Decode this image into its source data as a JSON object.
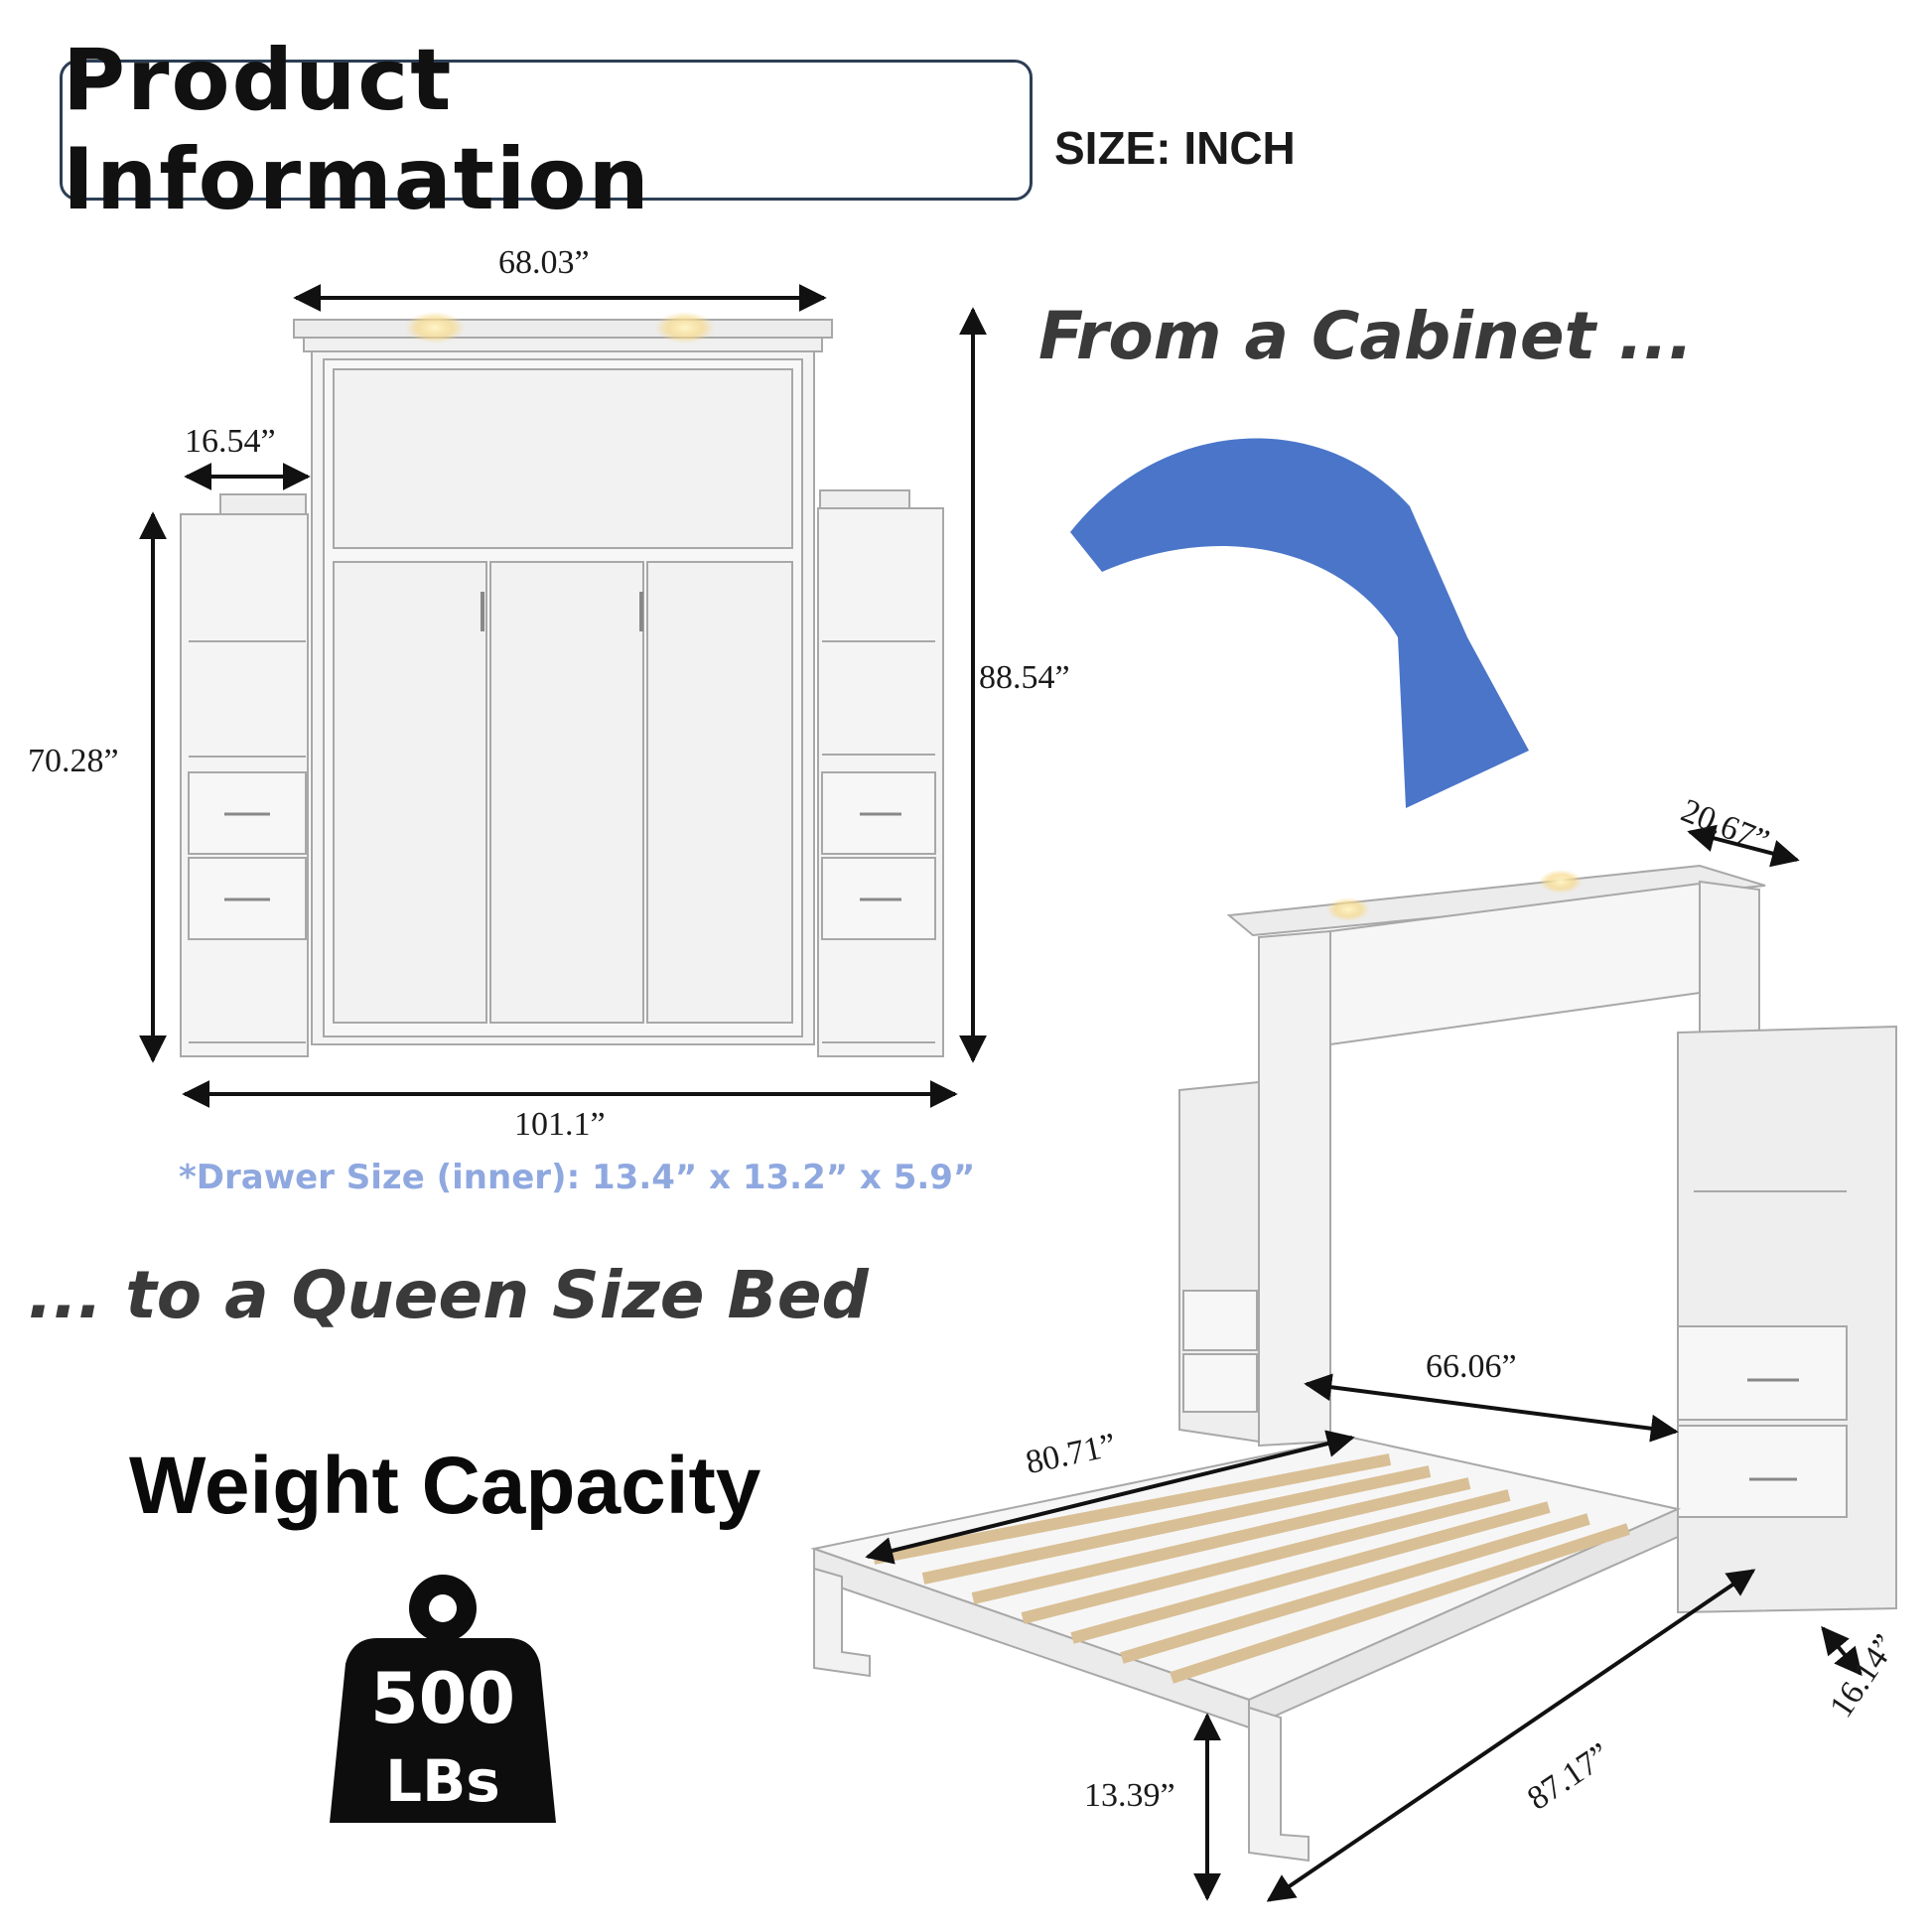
{
  "header": {
    "title": "Product Information",
    "size_unit": "SIZE: INCH"
  },
  "taglines": {
    "from": "From a Cabinet ...",
    "to": "... to a Queen Size Bed"
  },
  "cabinet_dimensions": {
    "top_width": "68.03”",
    "side_depth": "16.54”",
    "total_height": "88.54”",
    "side_height": "70.28”",
    "total_width": "101.1”"
  },
  "drawer_note": "*Drawer Size (inner): 13.4” x 13.2” x 5.9”",
  "bed_dimensions": {
    "header_depth": "20.67”",
    "inner_width": "66.06”",
    "frame_width": "80.71”",
    "base_depth": "16.14”",
    "length": "87.17”",
    "leg_height": "13.39”"
  },
  "weight": {
    "title": "Weight Capacity",
    "value": "500",
    "unit": "LBs"
  },
  "colors": {
    "arrow": "#4a75c9",
    "furniture": "#f2f2f2",
    "outline": "#a8a8a8",
    "slat": "#e7d2b0",
    "note": "#8fa8e0"
  }
}
